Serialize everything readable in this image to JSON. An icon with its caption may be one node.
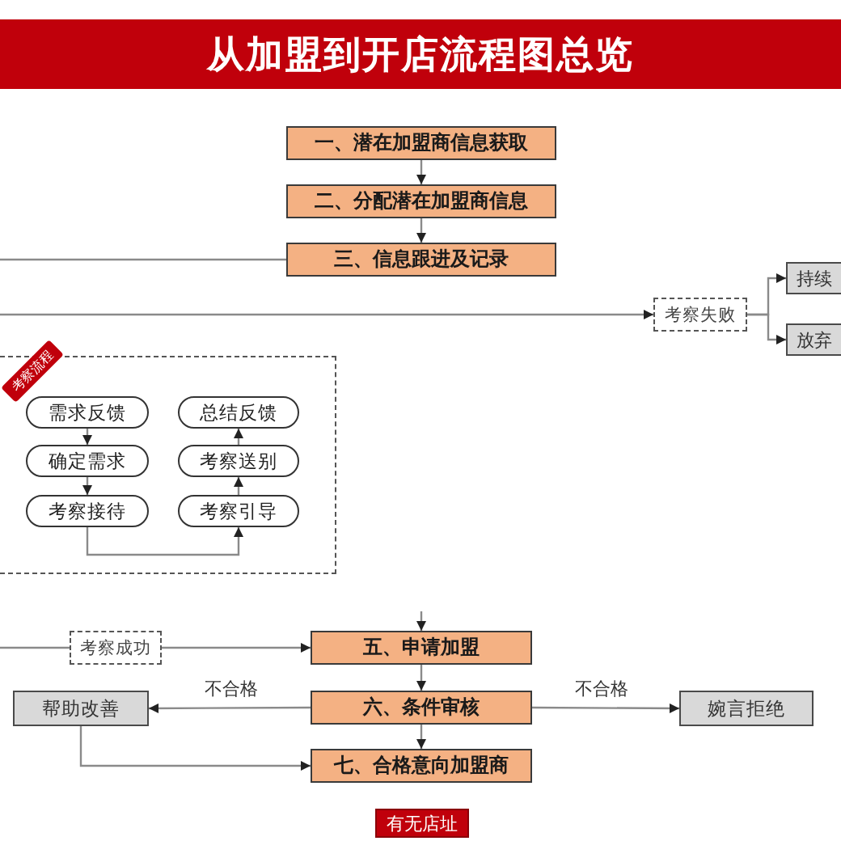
{
  "diagram": {
    "title": "从加盟到开店流程图总览",
    "nodes": [
      {
        "text": [
          "一、潜在加盟商信息获取"
        ]
      },
      {
        "text": [
          "二、分配潜在加盟商信息"
        ]
      },
      {
        "text": [
          "三、信息跟进及记录"
        ]
      },
      {
        "text": [
          "持续"
        ]
      },
      {
        "text": [
          "考察失败"
        ]
      },
      {
        "text": [
          "放弃"
        ]
      },
      {
        "text": [
          "考察流程"
        ]
      },
      {
        "text": [
          "需求反馈"
        ],
        "in": 6
      },
      {
        "text": [
          "总结反馈"
        ],
        "in": 6
      },
      {
        "text": [
          "确定需求"
        ],
        "in": 6
      },
      {
        "text": [
          "考察送别"
        ],
        "in": 6
      },
      {
        "text": [
          "考察接待"
        ],
        "in": 6
      },
      {
        "text": [
          "考察引导"
        ],
        "in": 6
      },
      {
        "text": [
          "考察成功"
        ]
      },
      {
        "text": [
          "五、申请加盟"
        ]
      },
      {
        "text": [
          "帮助改善"
        ]
      },
      {
        "text": [
          "六、条件审核"
        ]
      },
      {
        "text": [
          "婉言拒绝"
        ]
      },
      {
        "text": [
          "七、合格意向加盟商"
        ]
      },
      {
        "text": [
          "有无店址"
        ]
      }
    ],
    "edges": [
      {
        "from": 0,
        "to": 1,
        "arrow": "to"
      },
      {
        "from": 1,
        "to": 2,
        "arrow": "to"
      },
      {
        "from": 2,
        "to": null,
        "arrow": "none"
      },
      {
        "from": null,
        "to": 4,
        "arrow": "to"
      },
      {
        "from": 4,
        "to": 3,
        "arrow": "to"
      },
      {
        "from": 4,
        "to": 5,
        "arrow": "to"
      },
      {
        "from": 7,
        "to": 9,
        "arrow": "to"
      },
      {
        "from": 9,
        "to": 11,
        "arrow": "to"
      },
      {
        "from": 11,
        "to": 12,
        "arrow": "to"
      },
      {
        "from": 12,
        "to": 10,
        "arrow": "to"
      },
      {
        "from": 10,
        "to": 8,
        "arrow": "to"
      },
      {
        "from": null,
        "to": 13,
        "arrow": "none"
      },
      {
        "from": 13,
        "to": 14,
        "arrow": "to"
      },
      {
        "from": null,
        "to": 14,
        "arrow": "to"
      },
      {
        "from": 14,
        "to": 16,
        "arrow": "to"
      },
      {
        "from": 16,
        "to": 18,
        "arrow": "to"
      },
      {
        "from": 16,
        "to": 15,
        "arrow": "to",
        "label": "不合格"
      },
      {
        "from": 16,
        "to": 17,
        "arrow": "to",
        "label": "不合格"
      },
      {
        "from": 15,
        "to": 18,
        "arrow": "to"
      }
    ]
  }
}
